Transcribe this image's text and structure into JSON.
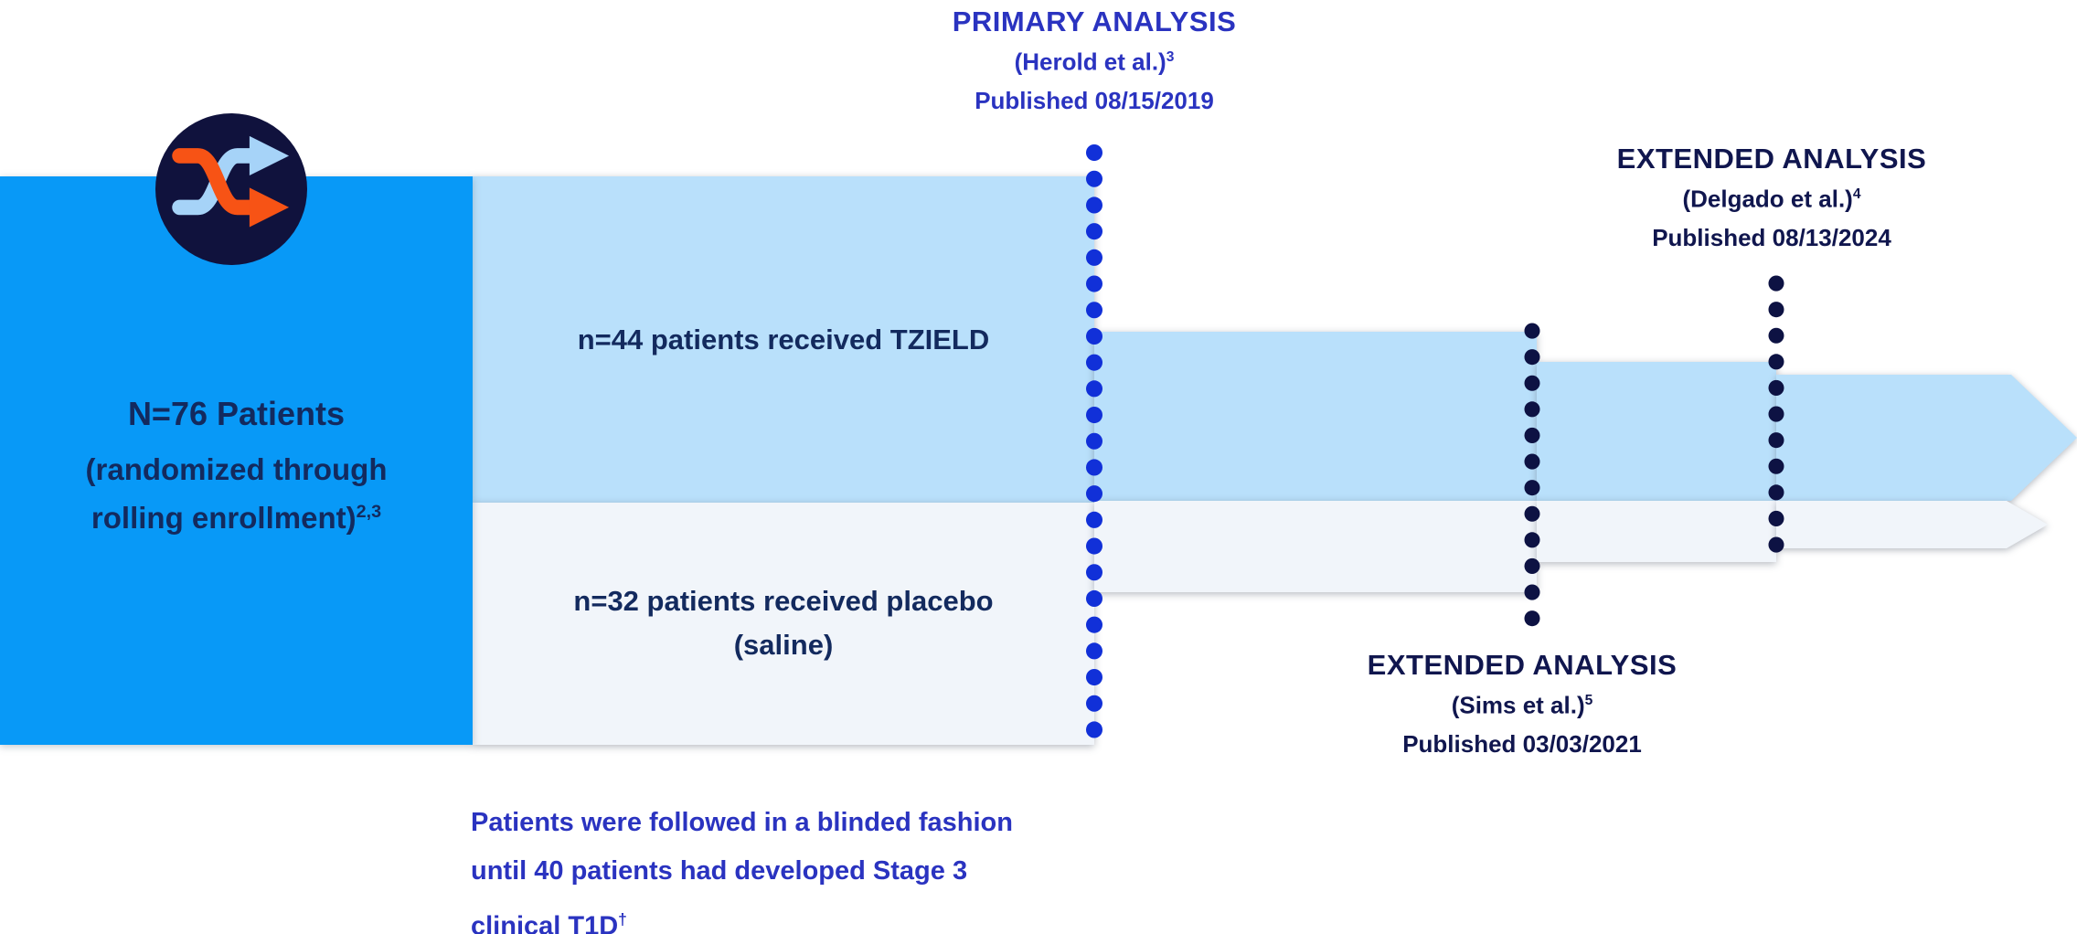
{
  "enrollment_box": {
    "line1": "N=76 Patients",
    "line2": "(randomized through",
    "line3": "rolling enrollment)",
    "line3_sup": "2,3"
  },
  "tzield_bar": {
    "label": "n=44 patients received TZIELD"
  },
  "placebo_bar": {
    "label_line1": "n=32 patients received placebo",
    "label_line2": "(saline)"
  },
  "primary_analysis": {
    "title": "PRIMARY ANALYSIS",
    "citation": "(Herold et al.)",
    "citation_sup": "3",
    "published": "Published 08/15/2019"
  },
  "extended_analysis_sims": {
    "title": "EXTENDED ANALYSIS",
    "citation": "(Sims et al.)",
    "citation_sup": "5",
    "published": "Published 03/03/2021"
  },
  "extended_analysis_delgado": {
    "title": "EXTENDED ANALYSIS",
    "citation": "(Delgado et al.)",
    "citation_sup": "4",
    "published": "Published 08/13/2024"
  },
  "footnote": {
    "line1": "Patients were followed in a blinded fashion",
    "line2": "until 40 patients had developed Stage 3",
    "line3": "clinical T1D",
    "line3_sup": "†"
  },
  "icon": {
    "name": "shuffle randomization icon"
  },
  "colors": {
    "enrollment_blue": "#0899f7",
    "tzield_light_blue": "#b9e0fb",
    "placebo_pale": "#f1f5fa",
    "navy_text": "#132a5e",
    "extended_navy_text": "#10164e",
    "royal_blue_text": "#2a33c0",
    "primary_dots": "#1130d8",
    "extended_dots": "#0d1243",
    "badge_circle": "#10123d",
    "badge_orange": "#f75315",
    "badge_light_blue": "#a6d3f8"
  }
}
